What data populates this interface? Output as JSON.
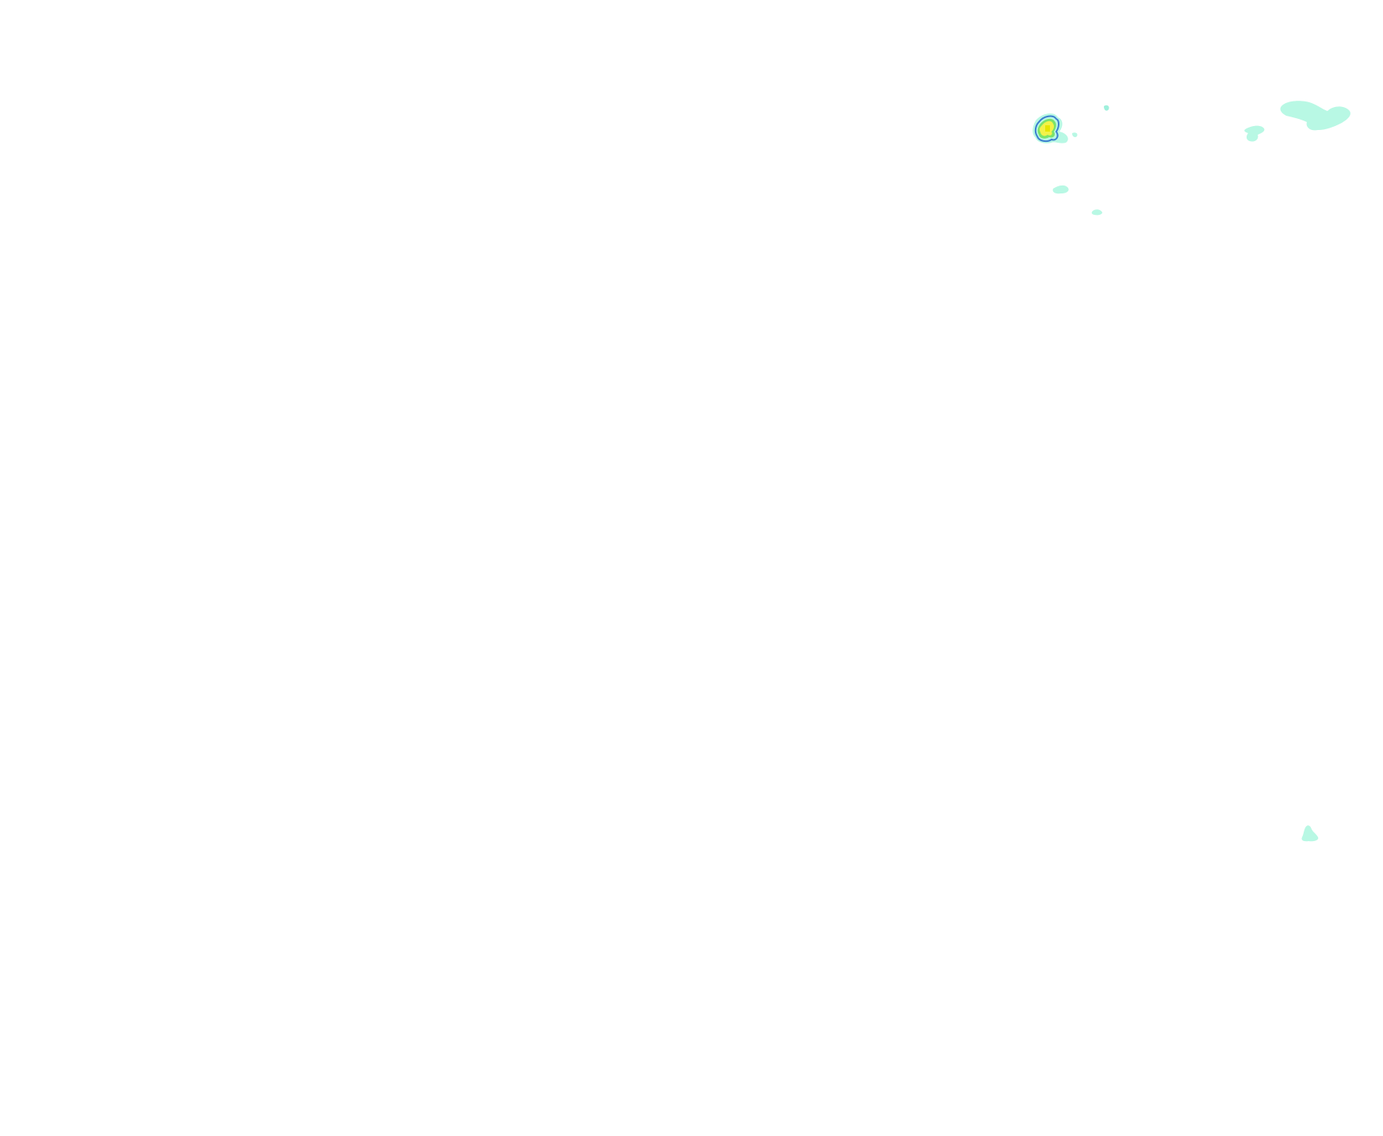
{
  "colors": {
    "background": "#ffffff",
    "light_echo": "#b8f8e4",
    "light_echo_alt": "#9ff0dc",
    "moderate_echo": "#f2f24a",
    "strong_echo": "#e6e600",
    "echo_edge_blue": "#3c7fd0",
    "echo_edge_green": "#7be36a"
  },
  "layers": {
    "precipitation": {
      "type": "radar-reflectivity",
      "echo_clusters": [
        {
          "name": "echo-cell-strong",
          "intensity": "moderate"
        },
        {
          "name": "echo-cell-small-a",
          "intensity": "light"
        },
        {
          "name": "echo-cell-small-b",
          "intensity": "light"
        },
        {
          "name": "echo-cell-small-c",
          "intensity": "light"
        },
        {
          "name": "echo-cell-small-d",
          "intensity": "light"
        },
        {
          "name": "echo-cell-east",
          "intensity": "light"
        },
        {
          "name": "echo-cell-northeast",
          "intensity": "light"
        },
        {
          "name": "echo-cell-southeast",
          "intensity": "light"
        }
      ]
    }
  }
}
